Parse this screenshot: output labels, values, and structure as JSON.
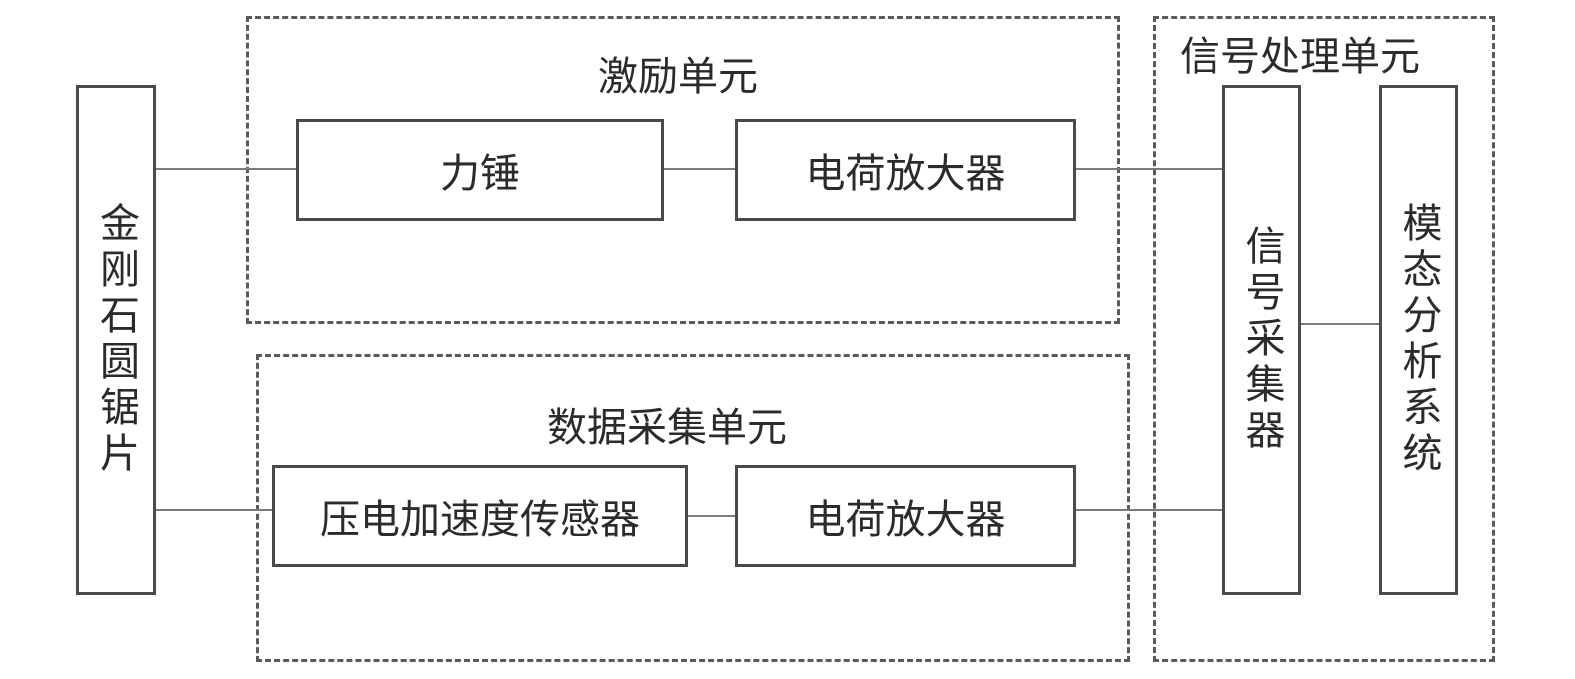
{
  "groups": {
    "excitation": "激励单元",
    "acquisition": "数据采集单元",
    "processing": "信号处理单元"
  },
  "blocks": {
    "saw_blade": "金刚石圆锯片",
    "hammer": "力锤",
    "charge_amp_top": "电荷放大器",
    "accel_sensor": "压电加速度传感器",
    "charge_amp_bottom": "电荷放大器",
    "signal_collector": "信号采集器",
    "modal_system": "模态分析系统"
  }
}
